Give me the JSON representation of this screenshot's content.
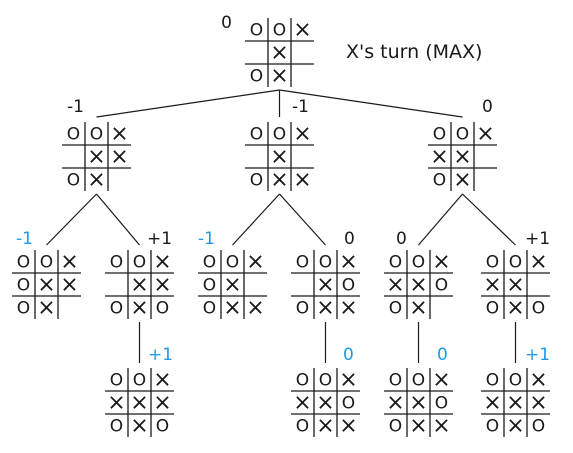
{
  "turn_label": "X's turn (MAX)",
  "colors": {
    "ink": "#1a1a1a",
    "terminal": "#1e9be6"
  },
  "nodes": [
    {
      "id": "root",
      "score": "0",
      "terminal": false,
      "board": [
        "O",
        "O",
        "X",
        "",
        "X",
        "",
        "O",
        "X",
        ""
      ]
    },
    {
      "id": "a",
      "score": "-1",
      "terminal": false,
      "board": [
        "O",
        "O",
        "X",
        "",
        "X",
        "X",
        "O",
        "X",
        ""
      ]
    },
    {
      "id": "b",
      "score": "-1",
      "terminal": false,
      "board": [
        "O",
        "O",
        "X",
        "",
        "X",
        "",
        "O",
        "X",
        "X"
      ]
    },
    {
      "id": "c",
      "score": "0",
      "terminal": false,
      "board": [
        "O",
        "O",
        "X",
        "X",
        "X",
        "",
        "O",
        "X",
        ""
      ]
    },
    {
      "id": "a1",
      "score": "-1",
      "terminal": true,
      "board": [
        "O",
        "O",
        "X",
        "O",
        "X",
        "X",
        "O",
        "X",
        ""
      ]
    },
    {
      "id": "a2",
      "score": "+1",
      "terminal": false,
      "board": [
        "O",
        "O",
        "X",
        "",
        "X",
        "X",
        "O",
        "X",
        "O"
      ]
    },
    {
      "id": "b1",
      "score": "-1",
      "terminal": true,
      "board": [
        "O",
        "O",
        "X",
        "O",
        "X",
        "",
        "O",
        "X",
        "X"
      ]
    },
    {
      "id": "b2",
      "score": "0",
      "terminal": false,
      "board": [
        "O",
        "O",
        "X",
        "",
        "X",
        "O",
        "O",
        "X",
        "X"
      ]
    },
    {
      "id": "c1",
      "score": "0",
      "terminal": false,
      "board": [
        "O",
        "O",
        "X",
        "X",
        "X",
        "O",
        "O",
        "X",
        ""
      ]
    },
    {
      "id": "c2",
      "score": "+1",
      "terminal": false,
      "board": [
        "O",
        "O",
        "X",
        "X",
        "X",
        "",
        "O",
        "X",
        "O"
      ]
    },
    {
      "id": "a2a",
      "score": "+1",
      "terminal": true,
      "board": [
        "O",
        "O",
        "X",
        "X",
        "X",
        "X",
        "O",
        "X",
        "O"
      ]
    },
    {
      "id": "b2a",
      "score": "0",
      "terminal": true,
      "board": [
        "O",
        "O",
        "X",
        "X",
        "X",
        "O",
        "O",
        "X",
        "X"
      ]
    },
    {
      "id": "c1a",
      "score": "0",
      "terminal": true,
      "board": [
        "O",
        "O",
        "X",
        "X",
        "X",
        "O",
        "O",
        "X",
        "X"
      ]
    },
    {
      "id": "c2a",
      "score": "+1",
      "terminal": true,
      "board": [
        "O",
        "O",
        "X",
        "X",
        "X",
        "X",
        "O",
        "X",
        "O"
      ]
    }
  ],
  "edges": [
    [
      "root",
      "a"
    ],
    [
      "root",
      "b"
    ],
    [
      "root",
      "c"
    ],
    [
      "a",
      "a1"
    ],
    [
      "a",
      "a2"
    ],
    [
      "b",
      "b1"
    ],
    [
      "b",
      "b2"
    ],
    [
      "c",
      "c1"
    ],
    [
      "c",
      "c2"
    ],
    [
      "a2",
      "a2a"
    ],
    [
      "b2",
      "b2a"
    ],
    [
      "c1",
      "c1a"
    ],
    [
      "c2",
      "c2a"
    ]
  ]
}
